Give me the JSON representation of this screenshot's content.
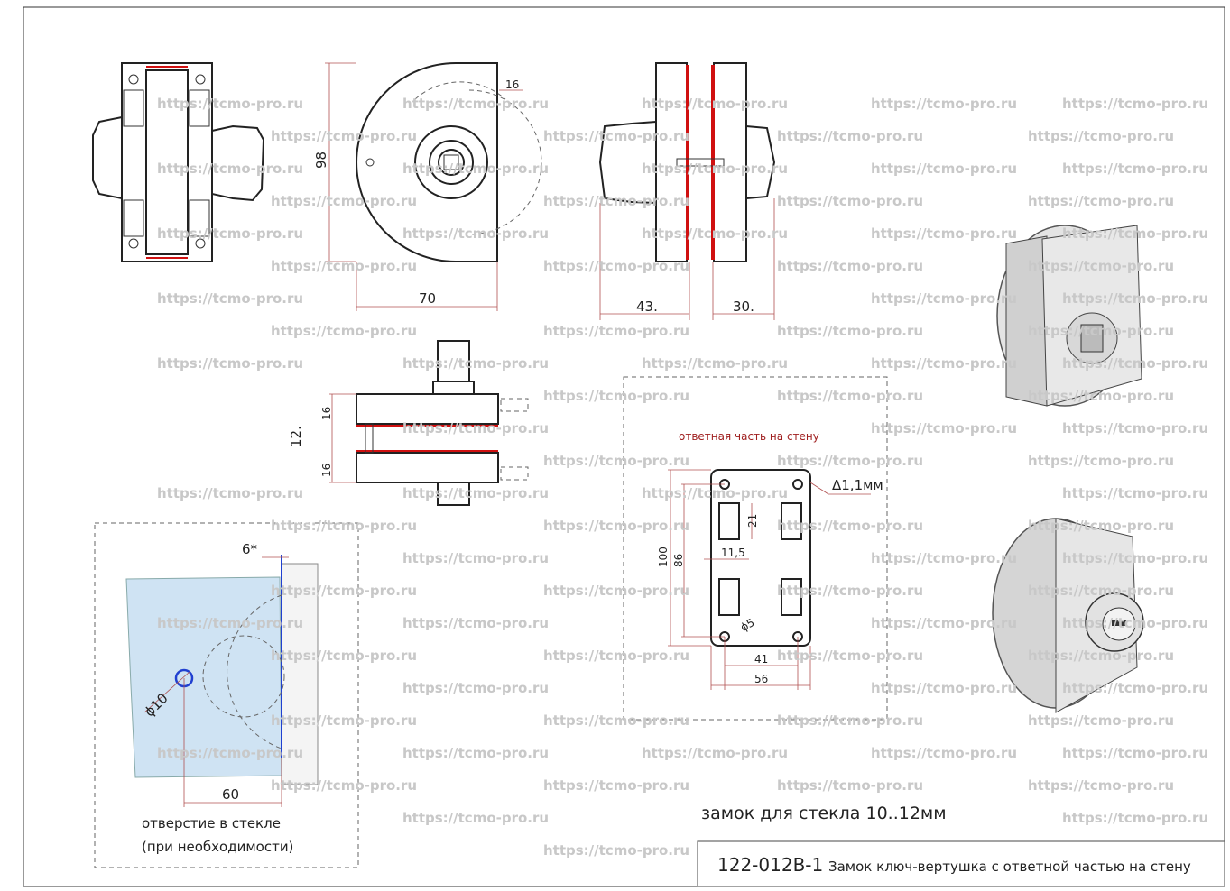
{
  "watermark": "https://tcmo-pro.ru",
  "front_view": {
    "height": "98",
    "width": "70",
    "offset": "16"
  },
  "side_view": {
    "left": "43.",
    "right": "30."
  },
  "top_view": {
    "a": "16",
    "b": "12.",
    "c": "16"
  },
  "glass_hole": {
    "depth": "6*",
    "diameter": "ϕ10",
    "distance": "60",
    "caption_line1": "отверстие в стекле",
    "caption_line2": "(при необходимости)"
  },
  "strike_plate": {
    "title": "ответная часть на стену",
    "thickness": "Δ1,1мм",
    "height": "100",
    "hole_spacing_v": "86",
    "slot_height": "21",
    "slot_width": "11,5",
    "hole_diameter": "ϕ5",
    "hole_spacing_h": "41",
    "width": "56"
  },
  "subtitle": "замок для стекла 10..12мм",
  "title_block": {
    "code": "122-012B-1",
    "name": "Замок ключ-вертушка с ответной частью на стену"
  },
  "colors": {
    "glass": "#cfe3f3",
    "accent": "#d01010",
    "dimension": "#b05050"
  }
}
